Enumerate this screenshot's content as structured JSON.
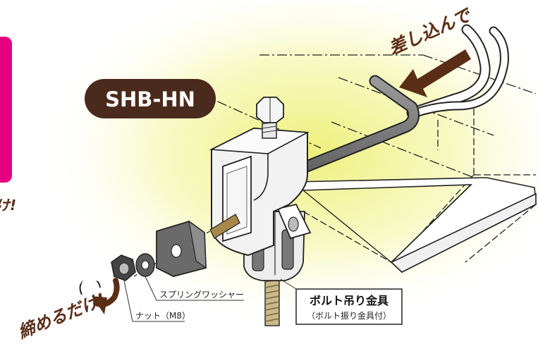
{
  "product": {
    "model_badge": "SHB-HN"
  },
  "callouts": {
    "insert_text": "差し込んで",
    "tighten_text": "締めるだけ!",
    "left_edge_text": "け!"
  },
  "parts": {
    "spring_washer": "スプリングワッシャー",
    "nut": "ナット（M8）",
    "hanger_title": "ボルト吊り金具",
    "hanger_subtitle": "（ボルト振り金具付）"
  },
  "colors": {
    "badge_fill": "#4a2a1c",
    "arrow_brown": "#5a2d17",
    "magenta_panel": "#e4007f",
    "glow": "#f3f59a",
    "steel_light": "#f4f4f4",
    "steel_dark": "#4f4f4f"
  },
  "icons": [
    "insert-arrow-icon",
    "tighten-arrow-icon"
  ]
}
